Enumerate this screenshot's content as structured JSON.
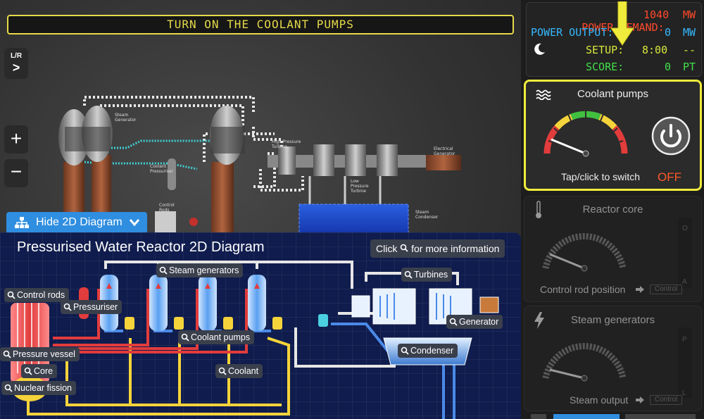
{
  "banner": {
    "text": "TURN ON THE COOLANT PUMPS"
  },
  "scene_controls": {
    "lr_label": "L/R",
    "lr_chevron": ">",
    "zoom_in": "+",
    "zoom_out": "−"
  },
  "scene_labels": {
    "steam_generator": "Steam\nGenerator",
    "coolant_pressuriser": "Coolant\nPressuriser",
    "control_rods": "Control\nRods",
    "hp_turbine": "High Pressure\nTurbine",
    "lp_turbine": "Low\nPressure\nTurbine",
    "generator": "Electrical\nGenerator",
    "condenser": "Steam\nCondenser"
  },
  "toggle_diagram": {
    "label": "Hide 2D Diagram"
  },
  "diagram": {
    "title": "Pressurised Water Reactor 2D Diagram",
    "click_pre": "Click",
    "click_post": "for more information",
    "tags": {
      "control_rods": "Control rods",
      "pressuriser": "Pressuriser",
      "pressure_vessel": "Pressure vessel",
      "core": "Core",
      "nuclear_fission": "Nuclear fission",
      "steam_generators": "Steam generators",
      "coolant_pumps": "Coolant pumps",
      "coolant": "Coolant",
      "turbines": "Turbines",
      "generator": "Generator",
      "condenser": "Condenser"
    }
  },
  "status": {
    "power_demand": {
      "label": "POWER DEMAND:",
      "value": "1040",
      "unit": "MW",
      "color": "#ff4a2a"
    },
    "power_output": {
      "label": "POWER OUTPUT:",
      "value": "0",
      "unit": "MW",
      "color": "#35b9ff"
    },
    "setup": {
      "label": "SETUP:",
      "value": "8:00",
      "unit": "--",
      "color": "#d8e83a"
    },
    "score": {
      "label": "SCORE:",
      "value": "0",
      "unit": "PT",
      "color": "#42e04a"
    }
  },
  "cards": {
    "coolant_pumps": {
      "title": "Coolant pumps",
      "hint": "Tap/click to switch",
      "state": "OFF",
      "icon": "water-waves-icon"
    },
    "reactor_core": {
      "title": "Reactor core",
      "slider_label": "Control rod position",
      "control_label": "Control",
      "track_top": "O",
      "track_bottom": "A",
      "icon": "thermometer-icon"
    },
    "steam_generators": {
      "title": "Steam generators",
      "slider_label": "Steam output",
      "control_label": "Control",
      "track_top": "P",
      "track_bottom": "L",
      "icon": "lightning-icon"
    }
  },
  "colors": {
    "accent_yellow": "#f0ec3c",
    "diagram_bg": "#0f1c4d",
    "toggle_blue": "#2f8ee0",
    "off_red": "#ff5a2a"
  }
}
